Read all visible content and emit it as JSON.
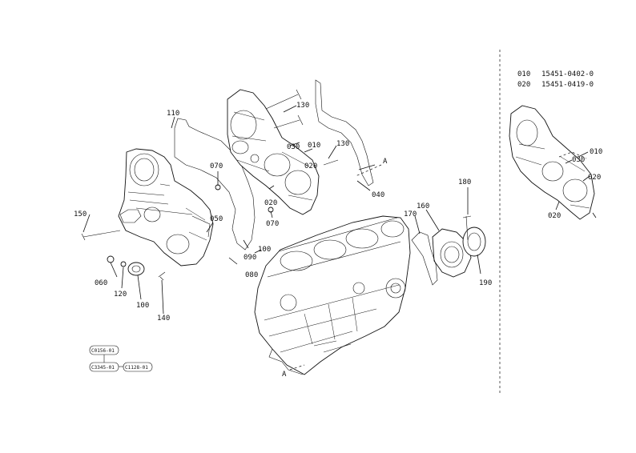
{
  "callouts": {
    "c010": "010",
    "c020": "020",
    "c030": "030",
    "c040": "040",
    "c050": "050",
    "c060": "060",
    "c070": "070",
    "c080": "080",
    "c090": "090",
    "c100": "100",
    "c110": "110",
    "c120": "120",
    "c130": "130",
    "c140": "140",
    "c150": "150",
    "c160": "160",
    "c170": "170",
    "c180": "180",
    "c190": "190"
  },
  "section_marker": "A",
  "reference_boxes": [
    "C0156-01",
    "C3345-01",
    "C1128-01"
  ],
  "parts_legend": [
    {
      "code": "010",
      "part_no": "15451-0402-0"
    },
    {
      "code": "020",
      "part_no": "15451-0419-0"
    }
  ]
}
